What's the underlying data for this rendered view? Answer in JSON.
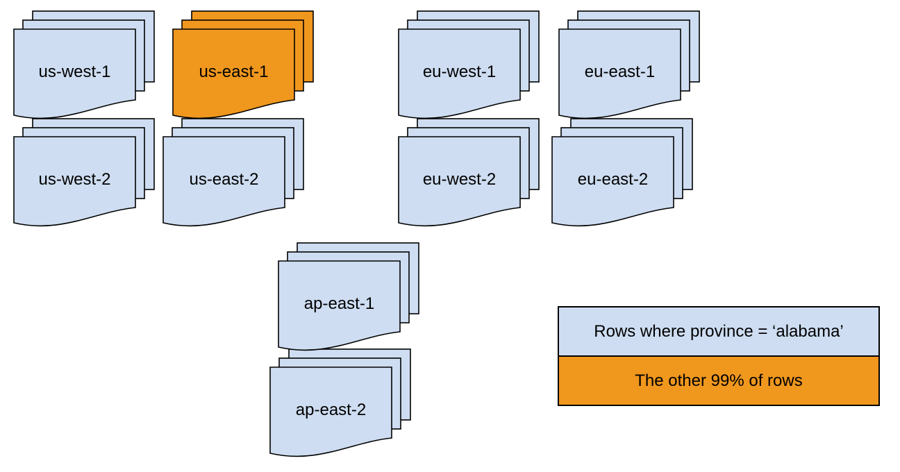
{
  "colors": {
    "blue": "#CEDDF1",
    "orange": "#F0971E",
    "stroke": "#000000",
    "canvas": "#FFFFFF"
  },
  "stacks": [
    {
      "label": "us-west-1",
      "highlighted": false
    },
    {
      "label": "us-east-1",
      "highlighted": true
    },
    {
      "label": "eu-west-1",
      "highlighted": false
    },
    {
      "label": "eu-east-1",
      "highlighted": false
    },
    {
      "label": "us-west-2",
      "highlighted": false
    },
    {
      "label": "us-east-2",
      "highlighted": false
    },
    {
      "label": "eu-west-2",
      "highlighted": false
    },
    {
      "label": "eu-east-2",
      "highlighted": false
    },
    {
      "label": "ap-east-1",
      "highlighted": false
    },
    {
      "label": "ap-east-2",
      "highlighted": false
    }
  ],
  "legend": {
    "items": [
      {
        "label": "Rows where province = ‘alabama’",
        "color": "blue"
      },
      {
        "label": "The other 99% of rows",
        "color": "orange"
      }
    ]
  }
}
